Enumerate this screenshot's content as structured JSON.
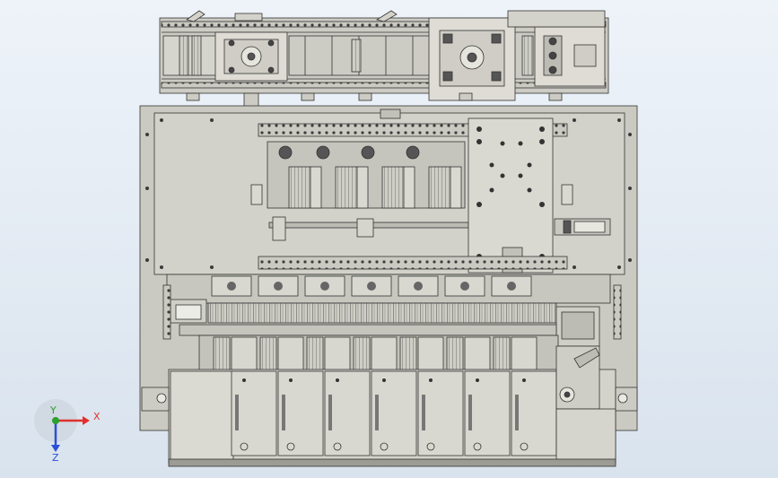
{
  "viewport": {
    "background_top": "#eef3f9",
    "background_bottom": "#d9e3ee"
  },
  "model": {
    "body_color": "#c9c8bf",
    "panel_color": "#d2d1c9",
    "line_color": "#3a3a3a",
    "dark_color": "#555555",
    "highlight_color": "#e9e9e4"
  },
  "triad": {
    "x_label": "X",
    "y_label": "Y",
    "z_label": "Z",
    "x_color": "#e0312c",
    "y_color": "#2ca02c",
    "z_color": "#2b4fd6"
  }
}
